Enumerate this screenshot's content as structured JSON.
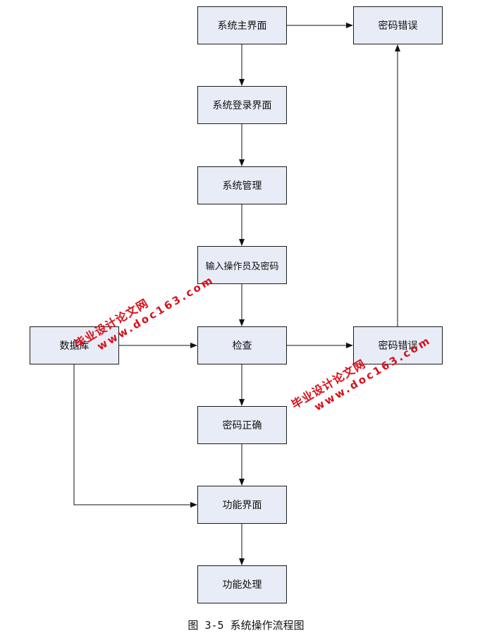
{
  "nodes": {
    "main": "系统主界面",
    "password_error_top": "密码错误",
    "login": "系统登录界面",
    "manage": "系统管理",
    "input": "输入操作员及密码",
    "database": "数据库",
    "check": "检查",
    "password_error_right": "密码错误",
    "password_correct": "密码正确",
    "function_ui": "功能界面",
    "function_process": "功能处理"
  },
  "caption": "图 3-5  系统操作流程图",
  "watermarks": [
    {
      "cn": "毕业设计论文网",
      "url": "www.doc163.com"
    },
    {
      "cn": "毕业设计论文网",
      "url": "www.doc163.com"
    }
  ],
  "colors": {
    "node_fill": "#e8ecf6",
    "node_border": "#1a1a1a",
    "watermark": "#d8101a"
  }
}
